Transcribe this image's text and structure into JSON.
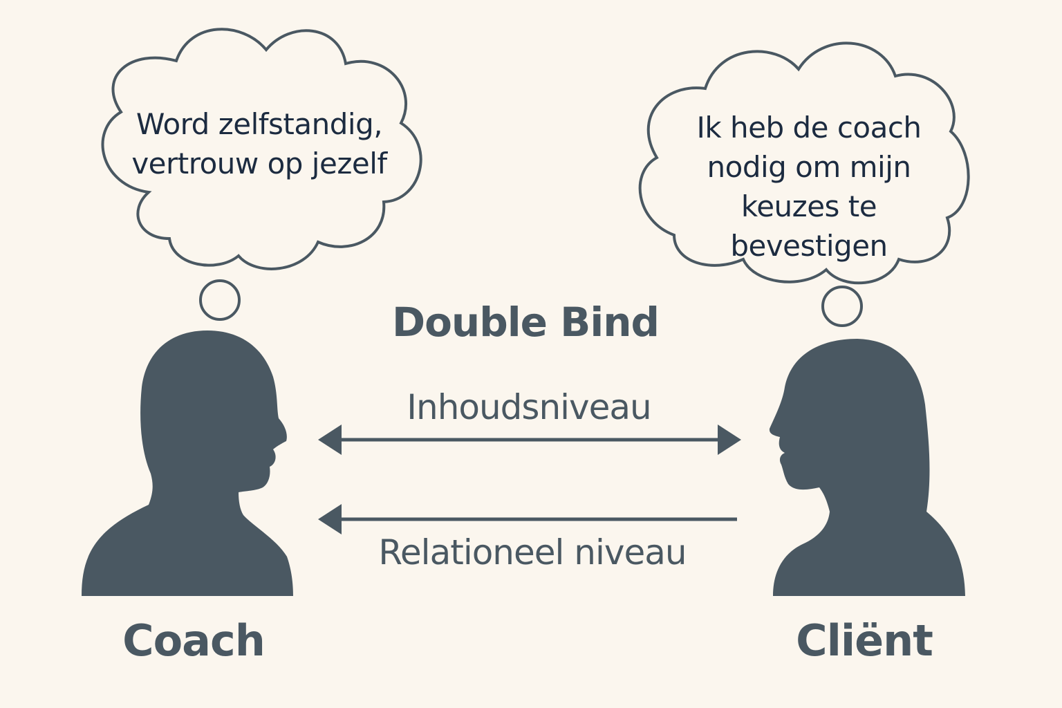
{
  "diagram": {
    "title": "Double Bind",
    "coach": {
      "label": "Coach",
      "thought_lines": [
        "Word zelfstandig,",
        "vertrouw op jezelf"
      ]
    },
    "client": {
      "label": "Cliënt",
      "thought_lines": [
        "Ik heb de coach",
        "nodig om mijn",
        "keuzes te bevestigen"
      ]
    },
    "levels": {
      "content": "Inhoudsniveau",
      "relational": "Relationeel niveau"
    },
    "colors": {
      "background": "#fbf6ee",
      "silhouette": "#4a5862",
      "outline": "#4a5862",
      "bubble_text": "#1c2b40"
    },
    "icons": [
      "coach-silhouette-icon",
      "client-silhouette-icon",
      "thought-bubble-icon",
      "double-arrow-icon",
      "left-arrow-icon"
    ]
  }
}
